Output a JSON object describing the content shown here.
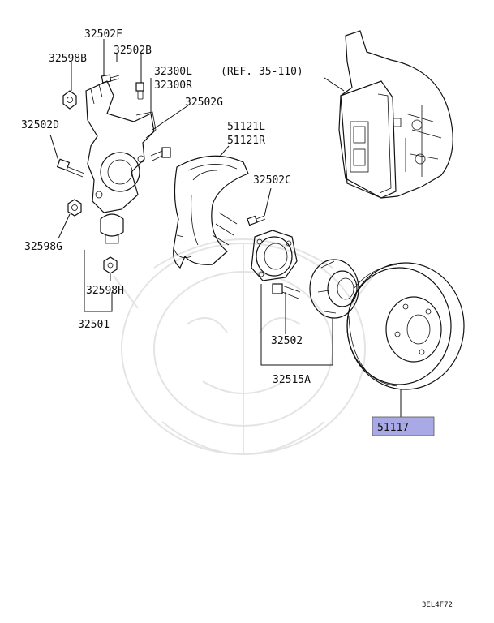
{
  "labels": {
    "p32502F": "32502F",
    "p32502B": "32502B",
    "p32598B": "32598B",
    "p32300L": "32300L",
    "p32300R": "32300R",
    "p32502G": "32502G",
    "p32502D": "32502D",
    "p51121L": "51121L",
    "p51121R": "51121R",
    "p32502C": "32502C",
    "p32598G": "32598G",
    "p32598H": "32598H",
    "p32501": "32501",
    "p32502": "32502",
    "p32515A": "32515A",
    "p51117": "51117",
    "ref": "(REF. 35-110)"
  },
  "highlight": {
    "part": "51117",
    "color": "#a9a9e6"
  },
  "footer_code": "3EL4F72"
}
